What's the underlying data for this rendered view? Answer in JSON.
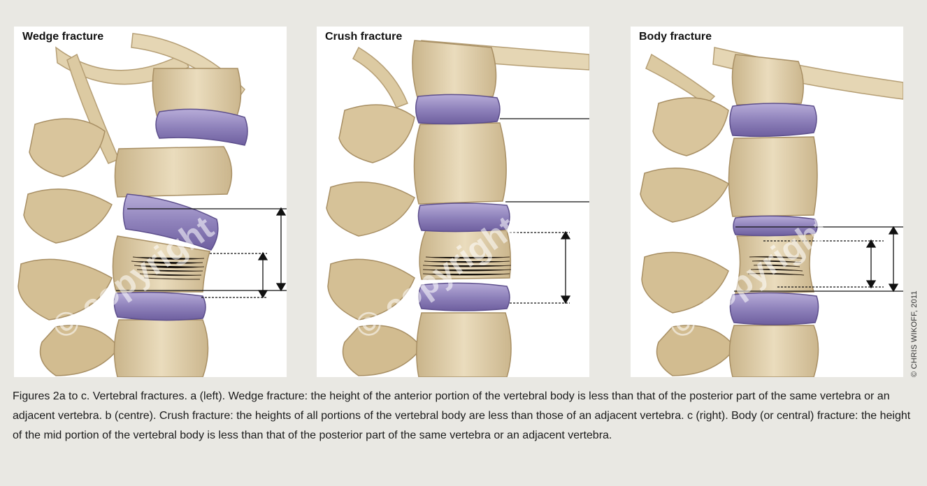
{
  "panels": [
    {
      "title": "Wedge fracture"
    },
    {
      "title": "Crush fracture"
    },
    {
      "title": "Body fracture"
    }
  ],
  "watermark": "© copyright",
  "credit": "© CHRIS WIKOFF, 2011",
  "caption": "Figures 2a to c. Vertebral fractures. a (left). Wedge fracture: the height of the anterior portion of the vertebral body is less than that of the posterior part of the same vertebra or an adjacent vertebra. b (centre). Crush fracture: the heights of all portions of the vertebral body are less than those of an adjacent vertebra. c (right). Body (or central) fracture: the height of the mid portion of the vertebral body is less than that of the posterior part of the same vertebra or an adjacent vertebra.",
  "colors": {
    "background": "#e9e8e3",
    "bone": "#e6d6b4",
    "disc": "#9d8fc4",
    "line": "#111111"
  }
}
